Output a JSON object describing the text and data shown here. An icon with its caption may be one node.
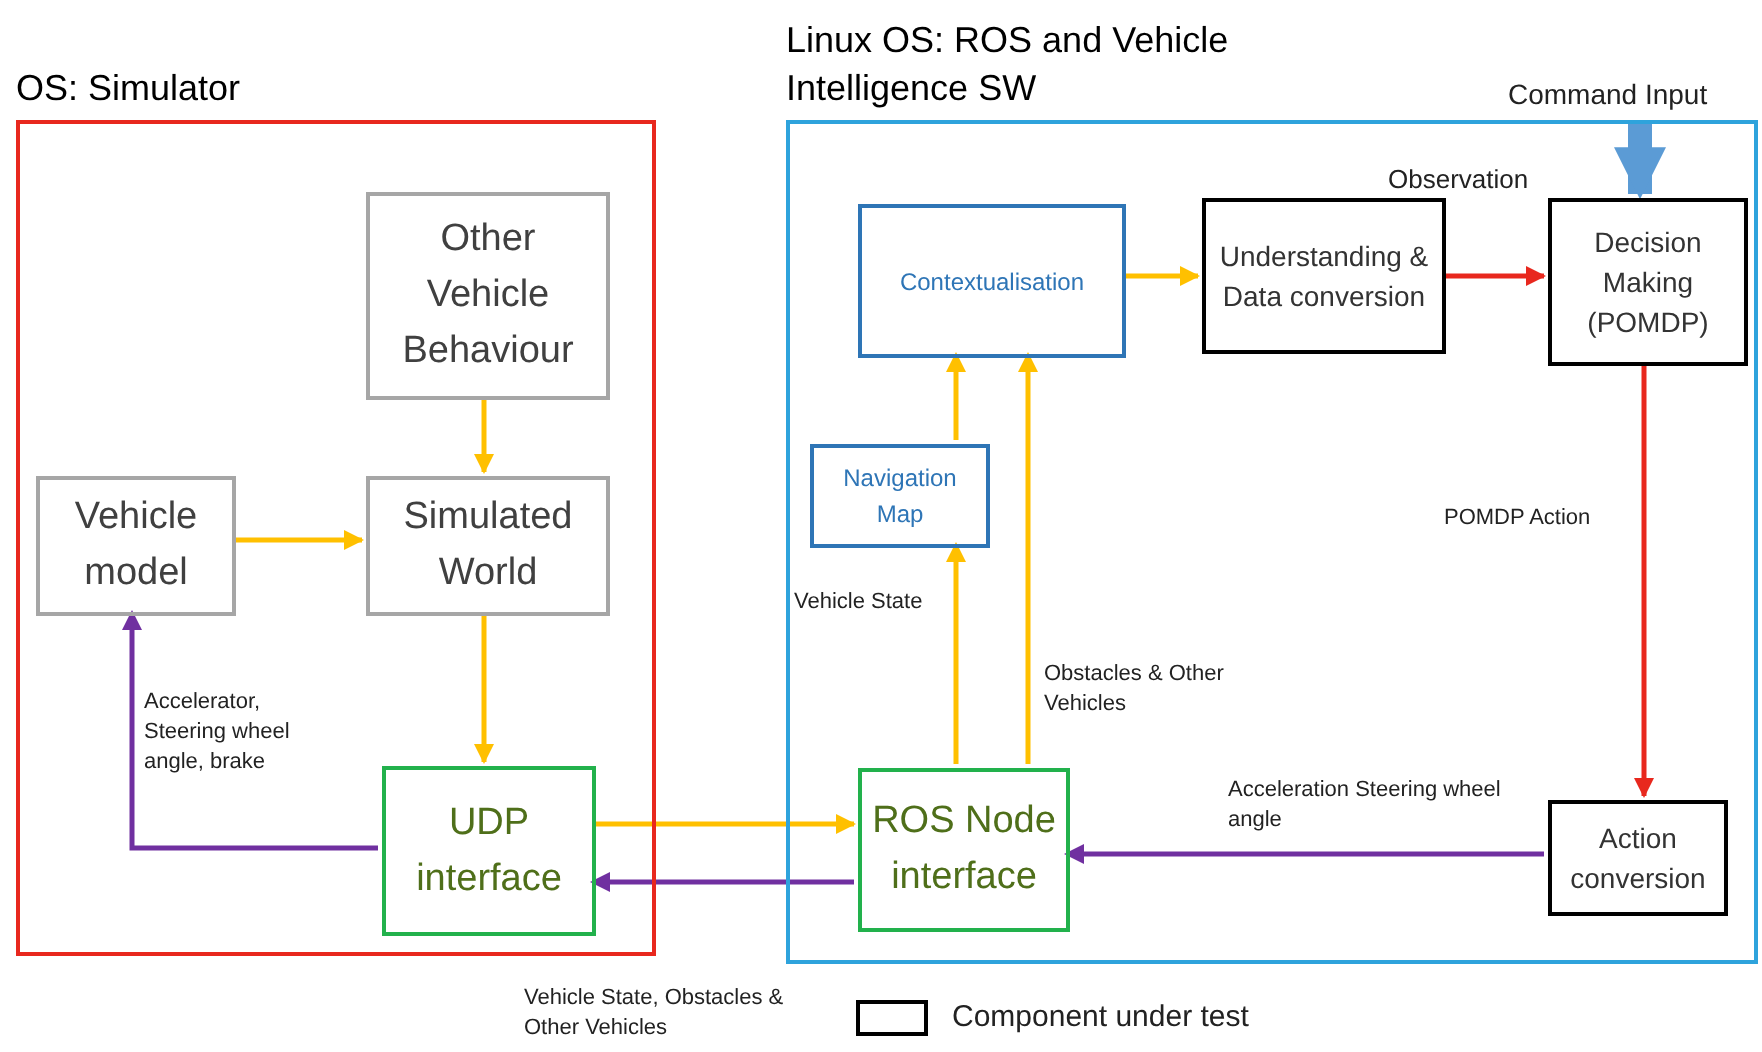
{
  "diagram": {
    "nodes": [
      {
        "text": [
          "OS: Simulator"
        ]
      },
      {
        "text": [
          "Other Vehicle Behaviour"
        ],
        "in": 0
      },
      {
        "text": [
          "Vehicle model"
        ],
        "in": 0
      },
      {
        "text": [
          "Simulated World"
        ],
        "in": 0
      },
      {
        "text": [
          "UDP interface"
        ],
        "in": 0
      },
      {
        "text": [
          "Linux OS: ROS and Vehicle Intelligence SW"
        ]
      },
      {
        "text": [
          "Contextualisation"
        ],
        "in": 5
      },
      {
        "text": [
          "Understanding & Data conversion"
        ],
        "in": 5
      },
      {
        "text": [
          "Decision Making (POMDP)"
        ],
        "in": 5
      },
      {
        "text": [
          "Navigation Map"
        ],
        "in": 5
      },
      {
        "text": [
          "ROS Node interface"
        ],
        "in": 5
      },
      {
        "text": [
          "Action conversion"
        ],
        "in": 5
      }
    ],
    "edges": [
      {
        "from": 1,
        "to": 3,
        "arrow": "to"
      },
      {
        "from": 2,
        "to": 3,
        "arrow": "to"
      },
      {
        "from": 3,
        "to": 4,
        "arrow": "to"
      },
      {
        "from": 4,
        "to": 2,
        "arrow": "to",
        "label": "Accelerator, Steering wheel angle, brake",
        "color": "#7030a0"
      },
      {
        "from": 4,
        "to": 10,
        "arrow": "to"
      },
      {
        "from": 10,
        "to": 4,
        "arrow": "to",
        "label": "Vehicle State, Obstacles & Other Vehicles",
        "color": "#7030a0"
      },
      {
        "from": 10,
        "to": 9,
        "arrow": "to",
        "label": "Vehicle State"
      },
      {
        "from": 10,
        "to": 6,
        "arrow": "to",
        "label": "Obstacles & Other Vehicles"
      },
      {
        "from": 9,
        "to": 6,
        "arrow": "to"
      },
      {
        "from": 6,
        "to": 7,
        "arrow": "to"
      },
      {
        "from": 7,
        "to": 8,
        "arrow": "to",
        "color": "#e8281e"
      },
      {
        "from": 8,
        "to": 11,
        "arrow": "to",
        "label": "POMDP Action",
        "color": "#e8281e"
      },
      {
        "from": 11,
        "to": 10,
        "arrow": "to",
        "label": "Acceleration Steering wheel angle",
        "color": "#7030a0"
      },
      {
        "from": null,
        "to": 8,
        "arrow": "to",
        "label": "Command Input",
        "style": "thick",
        "color": "#5b9bd5"
      }
    ],
    "labels": [
      "Observation"
    ],
    "legend": [
      {
        "text": "Component under test"
      }
    ]
  }
}
